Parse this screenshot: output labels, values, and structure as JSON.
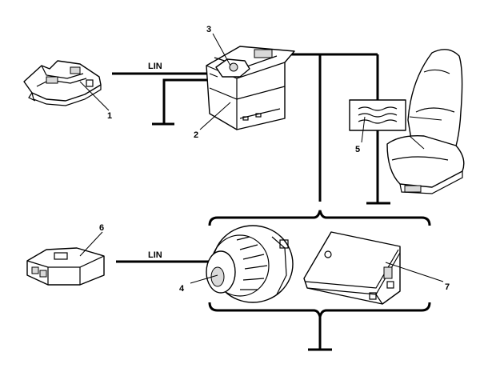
{
  "diagram": {
    "lin_labels": [
      "LIN",
      "LIN"
    ],
    "callouts": [
      "1",
      "2",
      "3",
      "4",
      "5",
      "6",
      "7"
    ]
  },
  "icons": [
    "sensor-module",
    "battery",
    "battery-sensor",
    "alternator",
    "control-module",
    "seat",
    "heating-mat",
    "ground-symbol"
  ]
}
